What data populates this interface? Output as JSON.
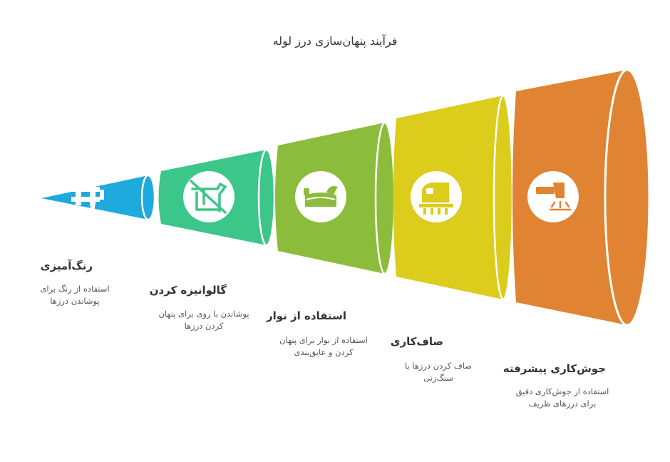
{
  "title": "فرآیند پنهان‌سازی درز لوله",
  "colors": {
    "blue": "#1eaadc",
    "green": "#3cc68a",
    "lime": "#8cbc3c",
    "yellow": "#dccc1c",
    "orange": "#e08433"
  },
  "steps": [
    {
      "id": "painting",
      "title": "رنگ‌آمیزی",
      "desc1": "استفاده از رنگ برای",
      "desc2": "پوشاندن درزها",
      "icon": "paintbrush-icon"
    },
    {
      "id": "galvanizing",
      "title": "گالوانیزه کردن",
      "desc1": "پوشاندن با روی برای پنهان",
      "desc2": "کردن درزها",
      "icon": "no-rust-icon"
    },
    {
      "id": "tape",
      "title": "استفاده از نوار",
      "desc1": "استفاده از نوار برای پنهان",
      "desc2": "کردن و عایق‌بندی",
      "icon": "tape-icon"
    },
    {
      "id": "grinding",
      "title": "صاف‌کاری",
      "desc1": "صاف کردن درزها با",
      "desc2": "سنگ‌زنی",
      "icon": "grinder-icon"
    },
    {
      "id": "welding",
      "title": "جوش‌کاری پیشرفته",
      "desc1": "استفاده از جوش‌کاری دقیق",
      "desc2": "برای درزهای ظریف",
      "icon": "welding-torch-icon"
    }
  ]
}
